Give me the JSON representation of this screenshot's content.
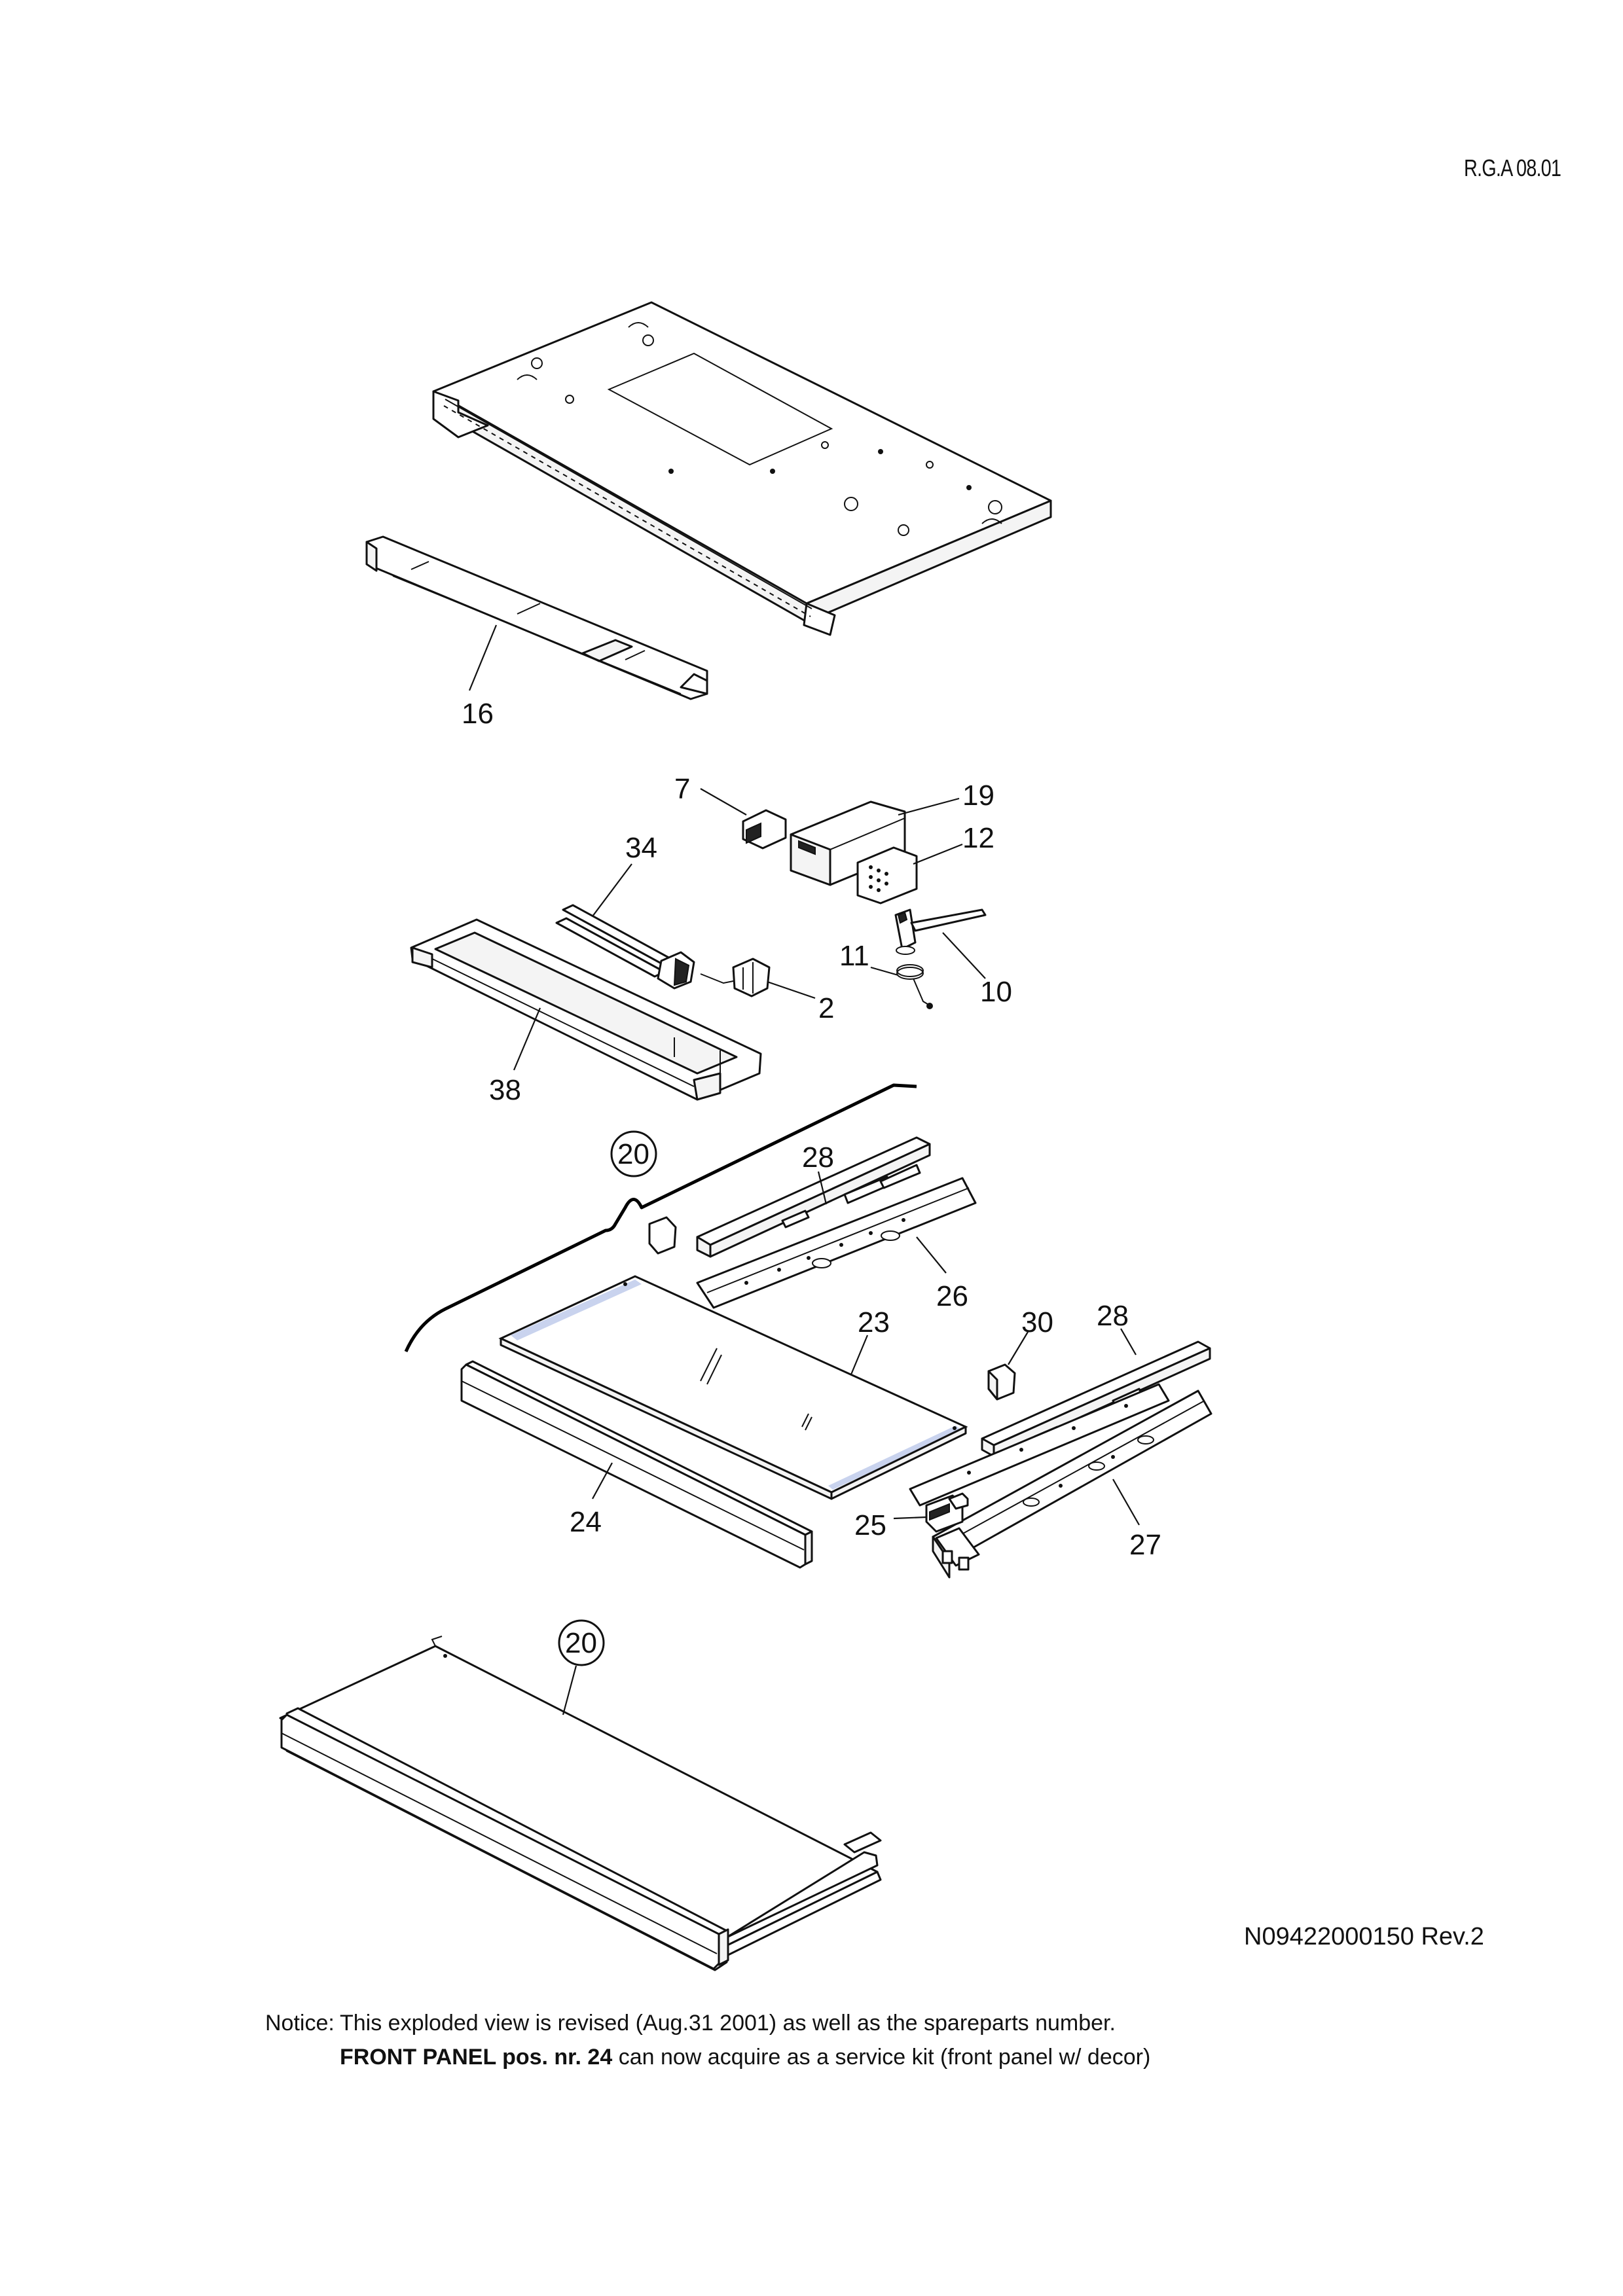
{
  "header": {
    "ref_code": "R.G.A 08.01"
  },
  "labels": {
    "p16": "16",
    "p7": "7",
    "p19": "19",
    "p34": "34",
    "p12": "12",
    "p11": "11",
    "p10": "10",
    "p2": "2",
    "p38": "38",
    "p20a": "20",
    "p28a": "28",
    "p26": "26",
    "p23": "23",
    "p30": "30",
    "p28b": "28",
    "p24": "24",
    "p25": "25",
    "p27": "27",
    "p20b": "20"
  },
  "footer": {
    "doc_number": "N09422000150 Rev.2",
    "notice_label": "Notice:",
    "notice_line1": "This exploded view is revised  (Aug.31 2001) as well as the spareparts number.",
    "notice_bold": "FRONT PANEL pos. nr. 24",
    "notice_line2": " can now acquire as a service kit (front panel w/ decor)"
  },
  "colors": {
    "line": "#111111",
    "glass_edge": "#c9d3ee",
    "background": "#ffffff"
  }
}
